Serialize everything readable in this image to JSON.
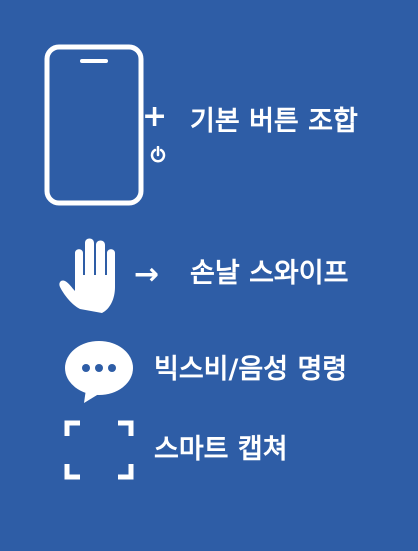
{
  "background_color": "#2E5DA6",
  "foreground_color": "#FFFFFF",
  "sections": [
    {
      "icon": "phone-icon",
      "plus": "+",
      "label": "기본 버튼 조합"
    },
    {
      "icon": "palm-hand-icon",
      "arrow": "→",
      "label": "손날 스와이프"
    },
    {
      "icon": "speech-bubble-icon",
      "label": "빅스비/음성 명령"
    },
    {
      "icon": "capture-frame-icon",
      "label": "스마트 캡쳐"
    }
  ]
}
